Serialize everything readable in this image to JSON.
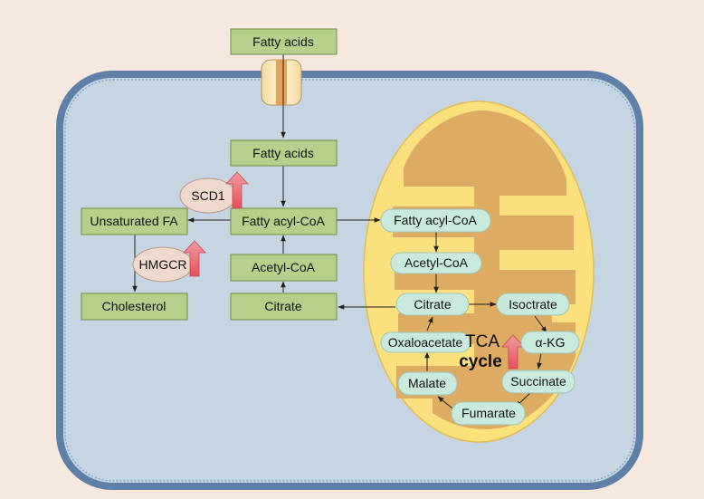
{
  "colors": {
    "background": "#f6e8de",
    "cell_fill": "#c5d6e2",
    "membrane": "#5e7fa6",
    "box_fill": "#b4d08b",
    "box_stroke": "#6f8f45",
    "mito_outer": "#fbe07e",
    "mito_inner": "#ddab62",
    "metabolite_fill": "#c9e9dc",
    "enzyme_fill": "#efd8cc",
    "up_arrow": "#e96c74"
  },
  "outside": {
    "fatty_acids": "Fatty acids"
  },
  "cytosol": {
    "fatty_acids": "Fatty acids",
    "fatty_acyl_coa": "Fatty acyl-CoA",
    "acetyl_coa": "Acetyl-CoA",
    "citrate": "Citrate",
    "unsaturated_fa": "Unsaturated FA",
    "cholesterol": "Cholesterol"
  },
  "enzymes": {
    "scd1": "SCD1",
    "hmgcr": "HMGCR"
  },
  "mitochondrion": {
    "fatty_acyl_coa": "Fatty acyl-CoA",
    "acetyl_coa": "Acetyl-CoA",
    "citrate": "Citrate",
    "isocitrate": "Isoctrate",
    "akg": "α-KG",
    "succinate": "Succinate",
    "fumarate": "Fumarate",
    "malate": "Malate",
    "oxaloacetate": "Oxaloacetate",
    "tca_label_1": "TCA",
    "tca_label_2": "cycle"
  },
  "upregulated_icon": "up-arrow-icon"
}
